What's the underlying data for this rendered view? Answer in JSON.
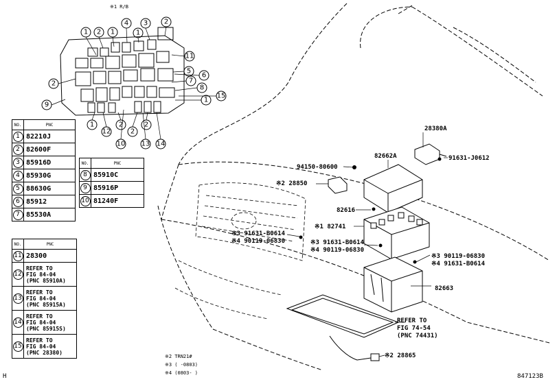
{
  "relay_block": {
    "title": "※1  R/B"
  },
  "callouts": [
    "1",
    "2",
    "3",
    "4",
    "5",
    "6",
    "7",
    "8",
    "9",
    "10",
    "11",
    "12",
    "13",
    "14",
    "15"
  ],
  "table1": {
    "head_no": "NO.",
    "head_pnc": "PNC",
    "rows": [
      {
        "no": "1",
        "pnc": "82210J"
      },
      {
        "no": "2",
        "pnc": "82600F"
      },
      {
        "no": "3",
        "pnc": "85916D"
      },
      {
        "no": "4",
        "pnc": "85930G"
      },
      {
        "no": "5",
        "pnc": "88630G"
      },
      {
        "no": "6",
        "pnc": "85912"
      },
      {
        "no": "7",
        "pnc": "85530A"
      }
    ]
  },
  "table2": {
    "head_no": "NO.",
    "head_pnc": "PNC",
    "rows": [
      {
        "no": "8",
        "pnc": "85910C"
      },
      {
        "no": "9",
        "pnc": "85916P"
      },
      {
        "no": "10",
        "pnc": "81240F"
      }
    ]
  },
  "table3": {
    "head_no": "NO.",
    "head_pnc": "PNC",
    "rows": [
      {
        "no": "11",
        "pnc": "28300"
      },
      {
        "no": "12",
        "pnc": "REFER TO\nFIG 84-04\n(PNC 85910A)"
      },
      {
        "no": "13",
        "pnc": "REFER TO\nFIG 84-04\n(PNC 85915A)"
      },
      {
        "no": "14",
        "pnc": "REFER TO\nFIG 84-04\n(PNC 85915S)"
      },
      {
        "no": "15",
        "pnc": "REFER TO\nFIG 84-04\n(PNC 28380)"
      }
    ]
  },
  "parts": {
    "p28380A": "28380A",
    "p91631J": "91631-J0612",
    "p82662A": "82662A",
    "p94150": "94150-80600",
    "p28850": "※2  28850",
    "p82616": "82616",
    "p82741": "※1  82741",
    "p91631B_left": "※3  91631-B0614",
    "p90119_left": "※4  90119-06830",
    "p91631B_mid": "※3  91631-B0614",
    "p90119_mid": "※4  90119-06830",
    "p90119_right": "※3  90119-06830",
    "p91631B_right": "※4  91631-B0614",
    "p82663": "82663",
    "refer1": "REFER TO",
    "refer2": "FIG 74-54",
    "refer3": "(PNC 74431)",
    "p28865": "※2  28865"
  },
  "notes": {
    "n1": "※2  TRN21#",
    "n2": "※3  (      -0803)",
    "n3": "※4  (0803-      )"
  },
  "corner_left": "H",
  "figure_id": "847123B"
}
